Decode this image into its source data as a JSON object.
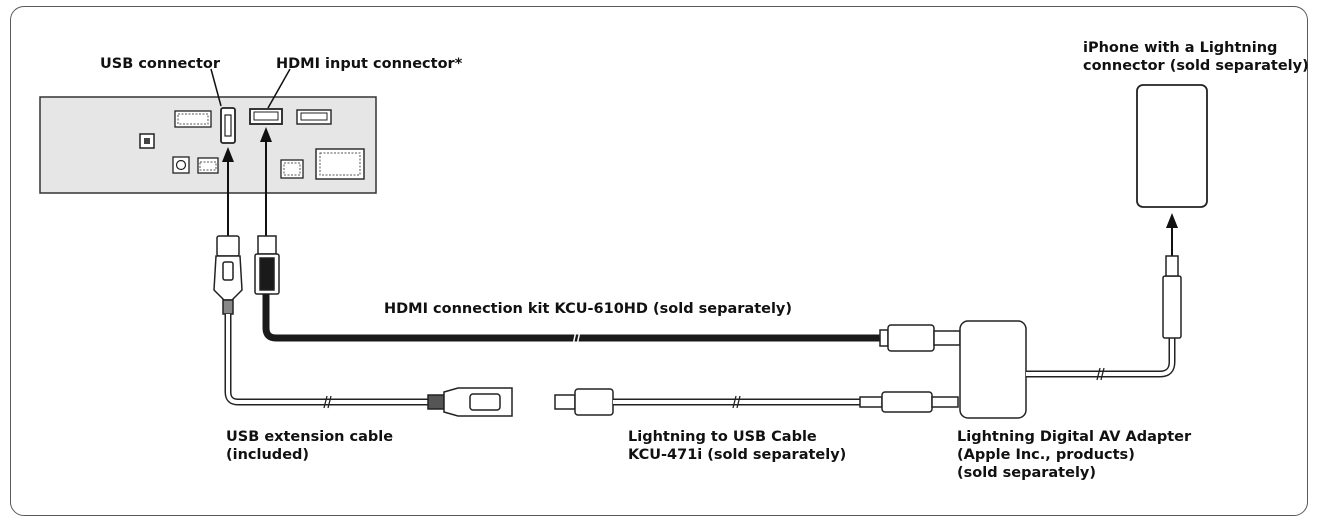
{
  "labels": {
    "usb_connector": "USB connector",
    "hdmi_input_connector": "HDMI input connector*",
    "iphone_line1": "iPhone with a Lightning",
    "iphone_line2": "connector (sold separately)",
    "hdmi_kit": "HDMI connection kit KCU-610HD (sold separately)",
    "usb_ext_line1": "USB extension cable",
    "usb_ext_line2": "(included)",
    "lightning_usb_line1": "Lightning to USB Cable",
    "lightning_usb_line2": "KCU-471i (sold separately)",
    "av_adapter_line1": "Lightning Digital AV Adapter",
    "av_adapter_line2": "(Apple Inc., products)",
    "av_adapter_line3": "(sold separately)"
  },
  "colors": {
    "frame": "#5a5a5a",
    "unit_fill": "#e6e6e6",
    "hdmi_cable": "#1a1a1a",
    "outline": "#222222"
  }
}
